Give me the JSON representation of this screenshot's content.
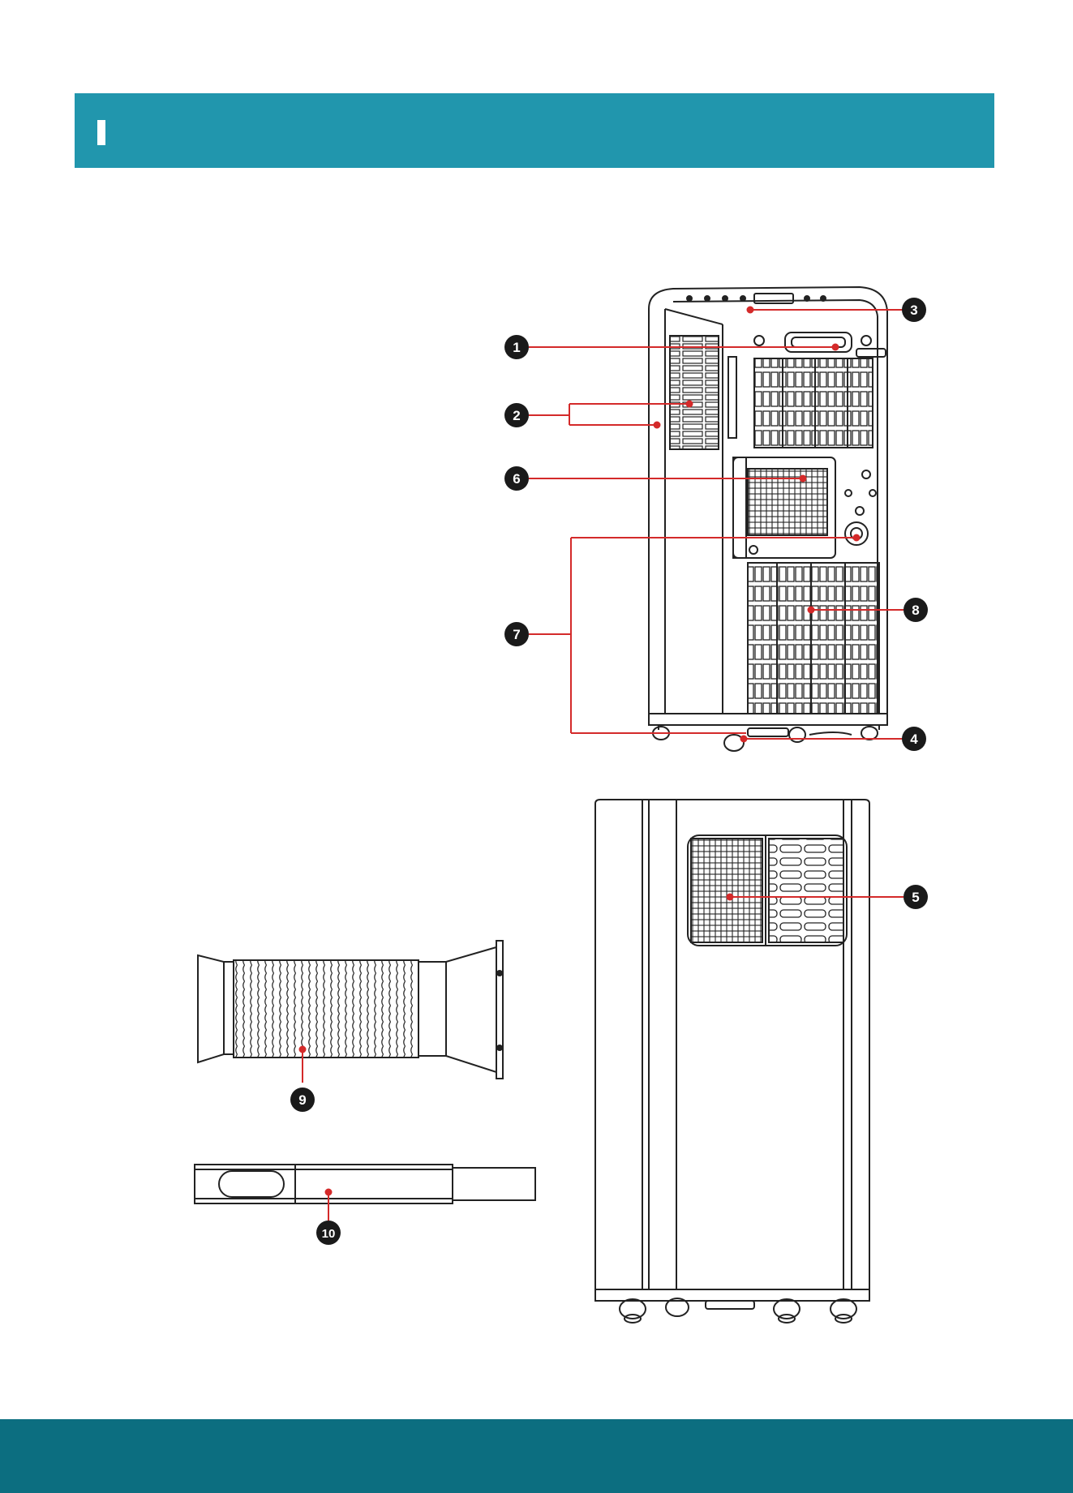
{
  "colors": {
    "header": "#2196ad",
    "footer": "#0c6e80",
    "leader_line": "#d42a2a",
    "callout_fill": "#1a1a1a",
    "drawing_stroke": "#222222"
  },
  "callouts": [
    {
      "id": "1",
      "label": "1"
    },
    {
      "id": "2",
      "label": "2"
    },
    {
      "id": "3",
      "label": "3"
    },
    {
      "id": "4",
      "label": "4"
    },
    {
      "id": "5",
      "label": "5"
    },
    {
      "id": "6",
      "label": "6"
    },
    {
      "id": "7",
      "label": "7"
    },
    {
      "id": "8",
      "label": "8"
    },
    {
      "id": "9",
      "label": "9"
    },
    {
      "id": "10",
      "label": "10"
    }
  ],
  "drawings": [
    {
      "name": "front-view",
      "icon": "portable-air-conditioner-front"
    },
    {
      "name": "rear-view",
      "icon": "portable-air-conditioner-rear"
    },
    {
      "name": "exhaust-hose",
      "icon": "exhaust-hose"
    },
    {
      "name": "window-slider",
      "icon": "window-slider-kit"
    }
  ]
}
